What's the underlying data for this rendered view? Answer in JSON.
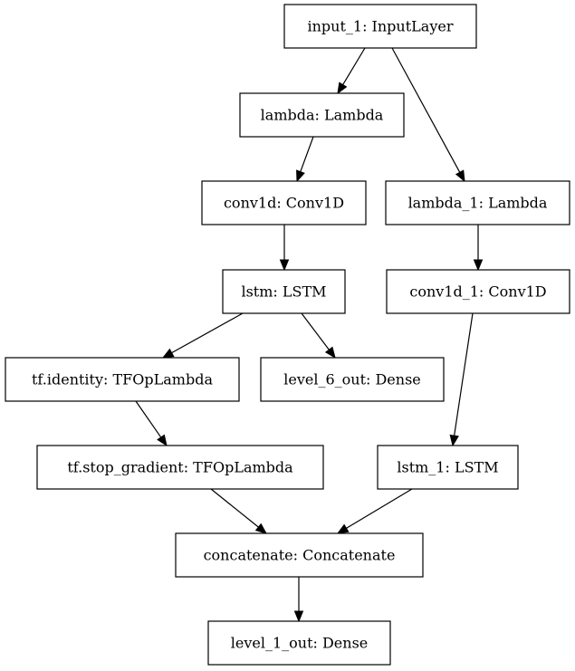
{
  "nodes": [
    {
      "id": "input_1",
      "label": "input_1: InputLayer"
    },
    {
      "id": "lambda",
      "label": "lambda: Lambda"
    },
    {
      "id": "conv1d",
      "label": "conv1d: Conv1D"
    },
    {
      "id": "lstm",
      "label": "lstm: LSTM"
    },
    {
      "id": "tf_identity",
      "label": "tf.identity: TFOpLambda"
    },
    {
      "id": "level_6_out",
      "label": "level_6_out: Dense"
    },
    {
      "id": "tf_stop_gradient",
      "label": "tf.stop_gradient: TFOpLambda"
    },
    {
      "id": "lambda_1",
      "label": "lambda_1: Lambda"
    },
    {
      "id": "conv1d_1",
      "label": "conv1d_1: Conv1D"
    },
    {
      "id": "lstm_1",
      "label": "lstm_1: LSTM"
    },
    {
      "id": "concatenate",
      "label": "concatenate: Concatenate"
    },
    {
      "id": "level_1_out",
      "label": "level_1_out: Dense"
    }
  ],
  "edges": [
    {
      "from": "input_1",
      "to": "lambda"
    },
    {
      "from": "input_1",
      "to": "lambda_1"
    },
    {
      "from": "lambda",
      "to": "conv1d"
    },
    {
      "from": "conv1d",
      "to": "lstm"
    },
    {
      "from": "lstm",
      "to": "tf_identity"
    },
    {
      "from": "lstm",
      "to": "level_6_out"
    },
    {
      "from": "tf_identity",
      "to": "tf_stop_gradient"
    },
    {
      "from": "tf_stop_gradient",
      "to": "concatenate"
    },
    {
      "from": "lambda_1",
      "to": "conv1d_1"
    },
    {
      "from": "conv1d_1",
      "to": "lstm_1"
    },
    {
      "from": "lstm_1",
      "to": "concatenate"
    },
    {
      "from": "concatenate",
      "to": "level_1_out"
    }
  ]
}
